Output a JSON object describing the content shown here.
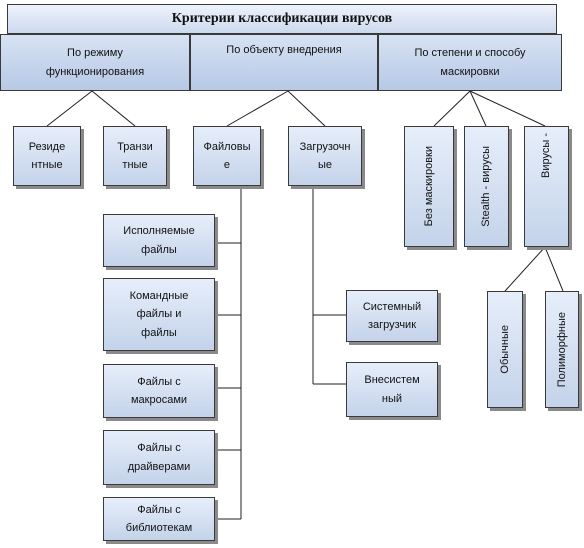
{
  "title": "Критерии классификации вирусов",
  "criteria": [
    {
      "line1": "По режиму",
      "line2": "функционирования"
    },
    {
      "line1": "По объекту внедрения",
      "line2": ""
    },
    {
      "line1": "По степени и способу",
      "line2": "маскировки"
    }
  ],
  "mode": [
    {
      "line1": "Резиде",
      "line2": "нтные"
    },
    {
      "line1": "Транзи",
      "line2": "тные"
    }
  ],
  "object": [
    {
      "line1": "Файловы",
      "line2": "е"
    },
    {
      "line1": "Загрузочн",
      "line2": "ые"
    }
  ],
  "file_types": [
    {
      "line1": "Исполняемые",
      "line2": "файлы",
      "line3": ""
    },
    {
      "line1": "Командные",
      "line2": "файлы и",
      "line3": "файлы"
    },
    {
      "line1": "Файлы с",
      "line2": "макросами",
      "line3": ""
    },
    {
      "line1": "Файлы с",
      "line2": "драйверами",
      "line3": ""
    },
    {
      "line1": "Файлы с",
      "line2": "библиотекам",
      "line3": ""
    }
  ],
  "boot_types": [
    {
      "line1": "Системный",
      "line2": "загрузчик"
    },
    {
      "line1": "Внесистем",
      "line2": "ный"
    }
  ],
  "masking": [
    "Без маскировки",
    "Stealth - вирусы",
    "Вирусы -"
  ],
  "virus_kinds": [
    "Обычные",
    "Полиморфные"
  ]
}
